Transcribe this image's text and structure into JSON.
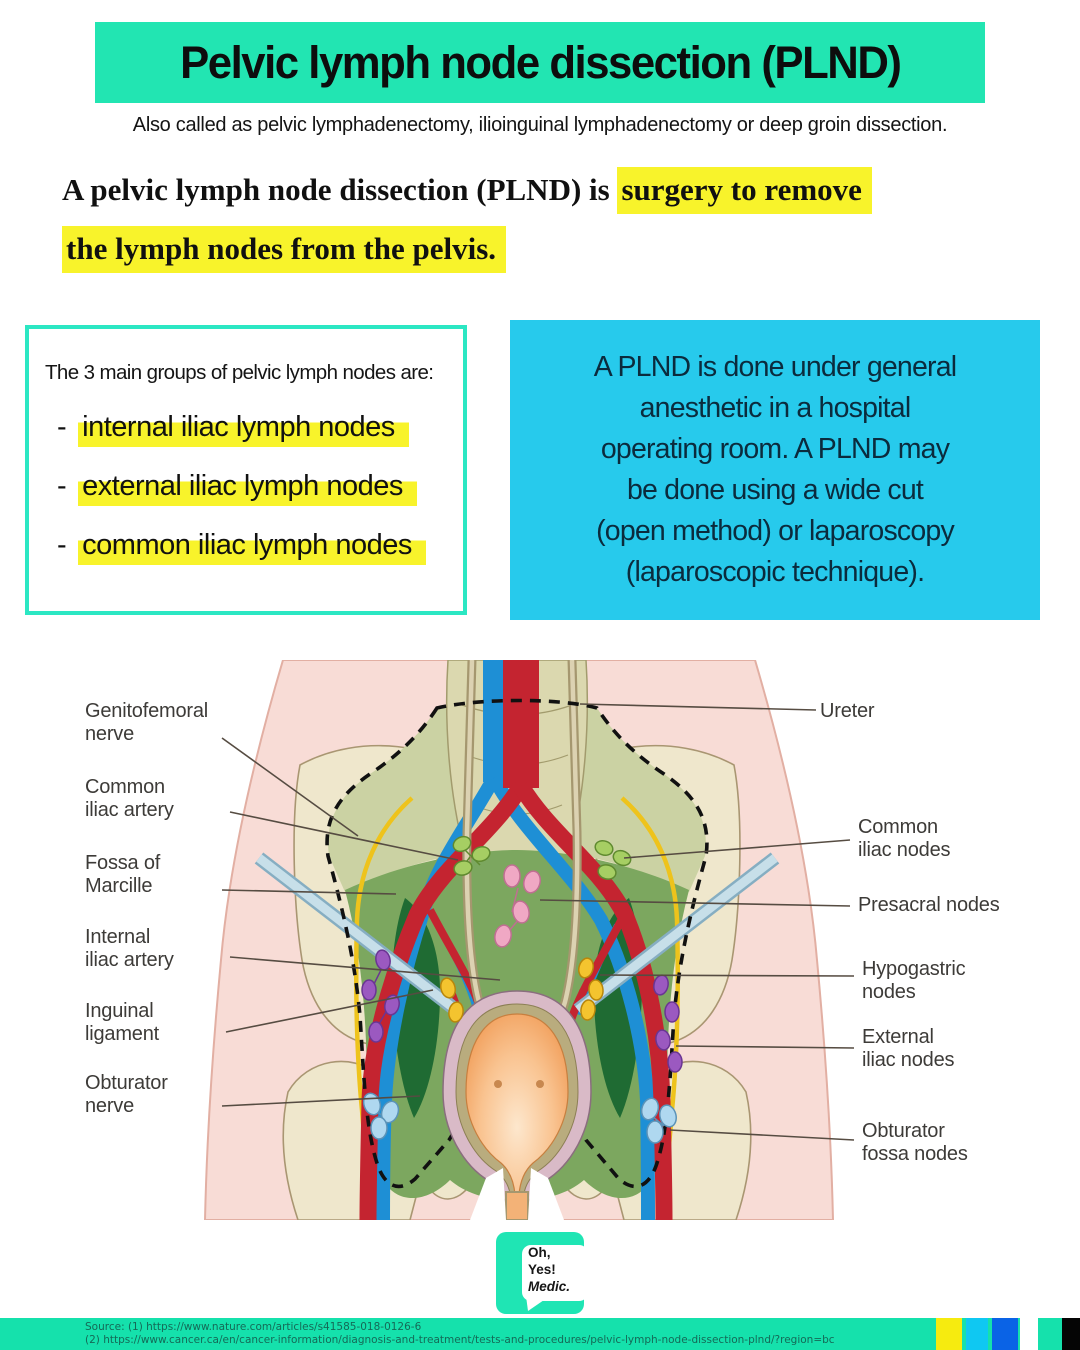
{
  "header": {
    "title": "Pelvic lymph node dissection (PLND)",
    "subtitle": "Also called as pelvic lymphadenectomy, ilioinguinal lymphadenectomy or deep groin dissection."
  },
  "intro": {
    "plain": "A pelvic lymph node dissection (PLND) is ",
    "highlight_part1": "surgery to remove",
    "highlight_part2": "the lymph nodes from the pelvis."
  },
  "groups_box": {
    "title": "The 3 main groups of pelvic lymph nodes are:",
    "dash": "-",
    "items": [
      "internal iliac lymph nodes",
      "external iliac lymph nodes",
      "common iliac lymph nodes"
    ]
  },
  "callout": {
    "lines": [
      "A PLND is done under general",
      "anesthetic in a hospital",
      "operating room. A PLND may",
      "be done using a wide cut",
      "(open method) or laparoscopy",
      "(laparoscopic technique)."
    ]
  },
  "diagram": {
    "labels_left": [
      "Genitofemoral\nnerve",
      "Common\niliac artery",
      "Fossa of\nMarcille",
      "Internal\niliac artery",
      "Inguinal\nligament",
      "Obturator\nnerve"
    ],
    "labels_right": [
      "Ureter",
      "Common\niliac nodes",
      "Presacral nodes",
      "Hypogastric\nnodes",
      "External\niliac nodes",
      "Obturator\nfossa nodes"
    ]
  },
  "logo": {
    "line1": "Oh,",
    "line2": "Yes!",
    "line3": "Medic."
  },
  "footer": {
    "source_line1": "Source: (1) https://www.nature.com/articles/s41585-018-0126-6",
    "source_line2": "(2) https://www.cancer.ca/en/cancer-information/diagnosis-and-treatment/tests-and-procedures/pelvic-lymph-node-dissection-plnd/?region=bc"
  },
  "colors": {
    "banner_teal": "#22E5B2",
    "box_border_teal": "#2BE7C3",
    "callout_cyan": "#27CAEC",
    "highlight_yellow": "#F8F32B",
    "footer_teal": "#15E1AC",
    "palette_bars": [
      "#F6EB0F",
      "#0FC8F2",
      "#0A63E6",
      "#FFFFFF",
      "#15E1AC",
      "#050505"
    ],
    "artery_red": "#C42430",
    "vein_blue": "#1E8FD5",
    "template_green": "#7CA75F",
    "body_pink": "#F8DCD6"
  }
}
